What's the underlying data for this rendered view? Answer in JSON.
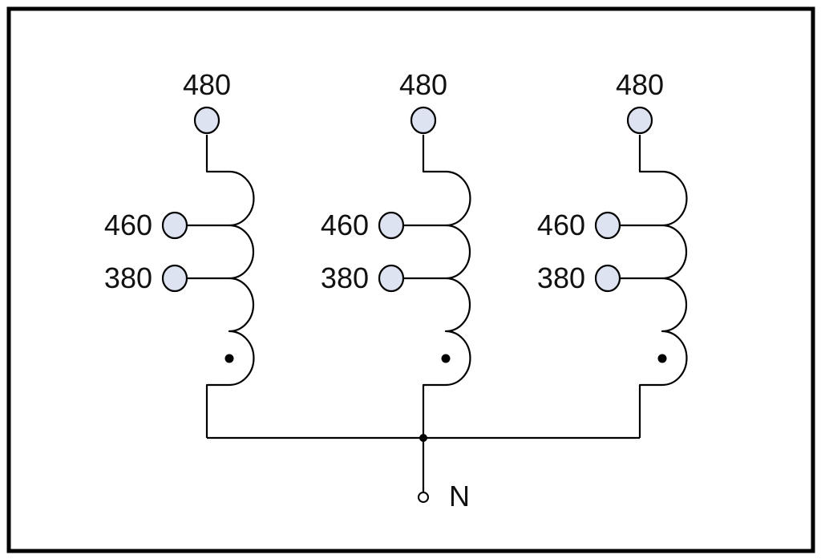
{
  "title": "",
  "colors": {
    "terminal_fill": "#dde3f0",
    "line": "#000000",
    "frame": "#000000",
    "background": "#ffffff"
  },
  "windings": [
    {
      "id": "winding-1",
      "taps": [
        "480",
        "460",
        "380"
      ]
    },
    {
      "id": "winding-2",
      "taps": [
        "480",
        "460",
        "380"
      ]
    },
    {
      "id": "winding-3",
      "taps": [
        "480",
        "460",
        "380"
      ]
    }
  ],
  "neutral": {
    "label": "N"
  }
}
